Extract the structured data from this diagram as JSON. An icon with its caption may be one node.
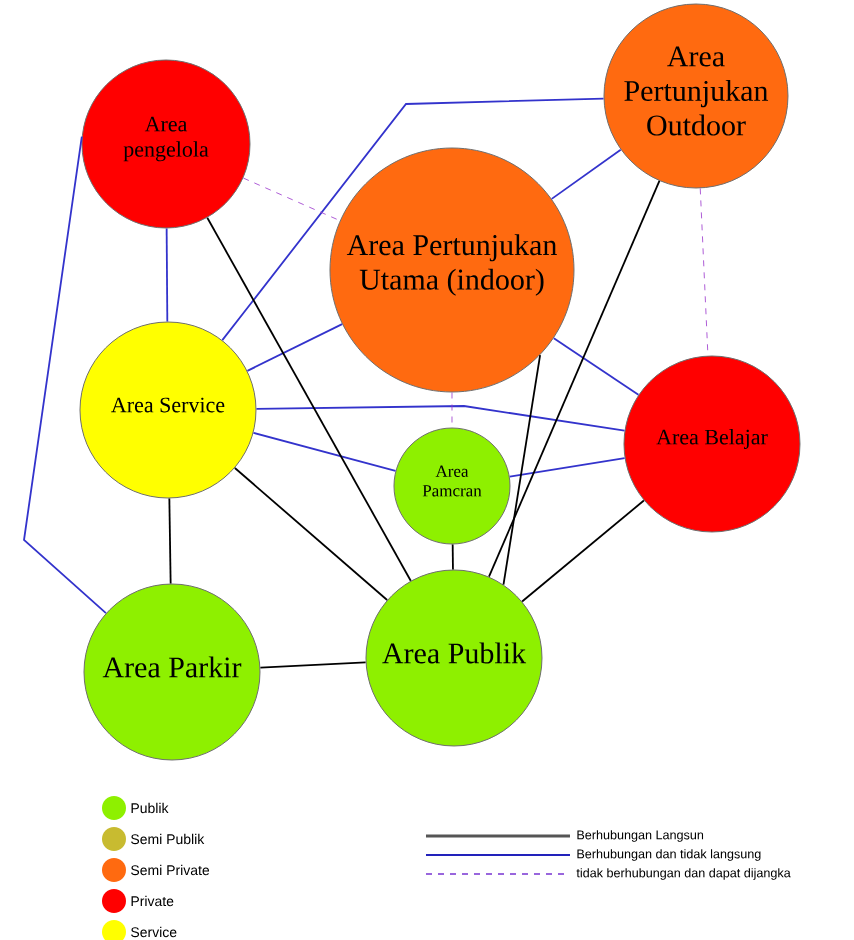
{
  "diagram": {
    "nodes": [
      {
        "text": [
          "Area pengelola"
        ]
      },
      {
        "text": [
          "Area Pertunjukan Outdoor"
        ]
      },
      {
        "text": [
          "Area Pertunjukan Utama (indoor)"
        ]
      },
      {
        "text": [
          "Area Service"
        ]
      },
      {
        "text": [
          "Area Pamcran"
        ]
      },
      {
        "text": [
          "Area Belajar"
        ]
      },
      {
        "text": [
          "Area Parkir"
        ]
      },
      {
        "text": [
          "Area Publik"
        ]
      }
    ],
    "edges": [
      {
        "from": 0,
        "to": 3,
        "arrow": "none"
      },
      {
        "from": 0,
        "to": 6,
        "arrow": "none"
      },
      {
        "from": 3,
        "to": 1,
        "arrow": "none"
      },
      {
        "from": 2,
        "to": 1,
        "arrow": "none"
      },
      {
        "from": 3,
        "to": 2,
        "arrow": "none"
      },
      {
        "from": 2,
        "to": 5,
        "arrow": "none"
      },
      {
        "from": 3,
        "to": 5,
        "arrow": "none"
      },
      {
        "from": 3,
        "to": 4,
        "arrow": "none"
      },
      {
        "from": 4,
        "to": 5,
        "arrow": "none"
      },
      {
        "from": 0,
        "to": 7,
        "arrow": "none",
        "color": "#000000"
      },
      {
        "from": 3,
        "to": 7,
        "arrow": "none",
        "color": "#000000"
      },
      {
        "from": 3,
        "to": 6,
        "arrow": "none",
        "color": "#000000"
      },
      {
        "from": 6,
        "to": 7,
        "arrow": "none",
        "color": "#000000"
      },
      {
        "from": 4,
        "to": 7,
        "arrow": "none",
        "color": "#000000"
      },
      {
        "from": 2,
        "to": 7,
        "arrow": "none",
        "color": "#000000"
      },
      {
        "from": 1,
        "to": 7,
        "arrow": "none",
        "color": "#000000"
      },
      {
        "from": 5,
        "to": 7,
        "arrow": "none",
        "color": "#000000"
      },
      {
        "from": 0,
        "to": 2,
        "arrow": "none",
        "style": "dashed",
        "color": "#9933cc"
      },
      {
        "from": 2,
        "to": 4,
        "arrow": "none",
        "style": "dashed",
        "color": "#9933cc"
      },
      {
        "from": 1,
        "to": 5,
        "arrow": "none",
        "style": "dashed",
        "color": "#9933cc"
      }
    ],
    "legend": [
      {
        "text": "Publik",
        "color": "#8ef000"
      },
      {
        "text": "Semi Publik",
        "color": "#c8bb30"
      },
      {
        "text": "Semi Private",
        "color": "#ff6a10"
      },
      {
        "text": "Private",
        "color": "#ff0000"
      },
      {
        "text": "Service",
        "color": "#ffff00"
      },
      {
        "text": "Berhubungan Langsun"
      },
      {
        "text": "Berhubungan dan tidak langsung"
      },
      {
        "text": "tidak berhubungan dan dapat dijangka"
      }
    ]
  }
}
